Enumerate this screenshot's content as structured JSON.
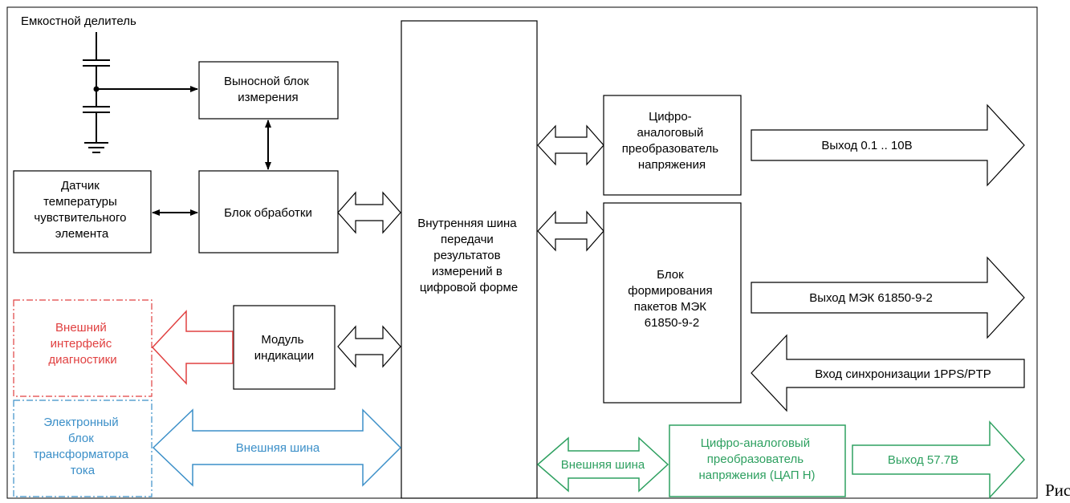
{
  "caption_fragment": "Рис",
  "colors": {
    "black": "#000000",
    "red": "#e04040",
    "blue": "#3b8fc8",
    "green": "#2ea060"
  },
  "blocks": {
    "capacitive_divider": "Емкостной делитель",
    "remote_unit": [
      "Выносной блок",
      "измерения"
    ],
    "temp_sensor": [
      "Датчик",
      "температуры",
      "чувствительного",
      "элемента"
    ],
    "processing_unit": "Блок обработки",
    "internal_bus": [
      "Внутренняя шина",
      "передачи",
      "результатов",
      "измерений в",
      "цифровой форме"
    ],
    "dac_voltage": [
      "Цифро-",
      "аналоговый",
      "преобразователь",
      "напряжения"
    ],
    "packet_unit": [
      "Блок",
      "формирования",
      "пакетов МЭК",
      "61850-9-2"
    ],
    "indication_module": [
      "Модуль",
      "индикации"
    ],
    "ext_diag_interface": [
      "Внешний",
      "интерфейс",
      "диагностики"
    ],
    "electronic_ct_unit": [
      "Электронный",
      "блок",
      "трансформатора",
      "тока"
    ],
    "dac_h": [
      "Цифро-аналоговый",
      "преобразователь",
      "напряжения (ЦАП Н)"
    ]
  },
  "arrows": {
    "out_voltage": "Выход 0.1 .. 10В",
    "out_iec": "Выход МЭК 61850-9-2",
    "in_sync": "Вход синхронизации 1PPS/PTP",
    "ext_bus_blue": "Внешняя шина",
    "ext_bus_green": "Внешняя шина",
    "out_57": "Выход 57.7В"
  }
}
